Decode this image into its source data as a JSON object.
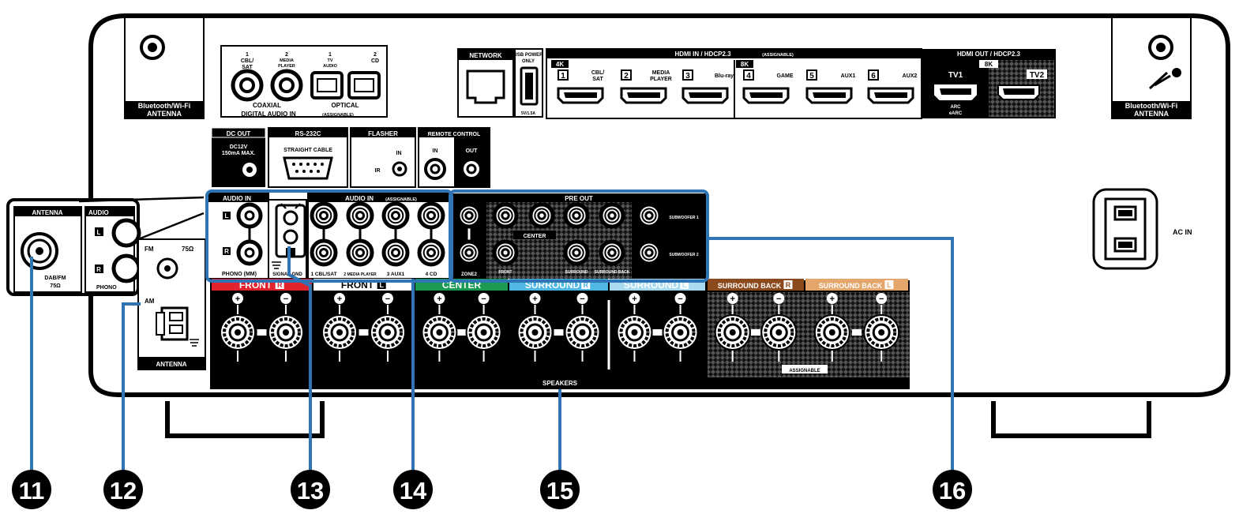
{
  "antenna_bt": {
    "left_line1": "Bluetooth/Wi-Fi",
    "left_line2": "ANTENNA",
    "right_line1": "Bluetooth/Wi-Fi",
    "right_line2": "ANTENNA"
  },
  "digital_audio": {
    "coax1_num": "1",
    "coax1_l1": "CBL/",
    "coax1_l2": "SAT",
    "coax2_num": "2",
    "coax2_l1": "MEDIA",
    "coax2_l2": "PLAYER",
    "opt1_num": "1",
    "opt1_l1": "TV",
    "opt1_l2": "AUDIO",
    "opt2_num": "2",
    "opt2_l1": "CD",
    "coaxial": "COAXIAL",
    "optical": "OPTICAL",
    "footer": "DIGITAL AUDIO IN",
    "assignable": "(ASSIGNABLE)"
  },
  "network": {
    "label": "NETWORK"
  },
  "usb": {
    "line1": "USB POWER",
    "line2": "ONLY",
    "footer": "5V/1.5A"
  },
  "hdmi_in": {
    "title": "HDMI IN / HDCP2.3",
    "assignable": "(ASSIGNABLE)",
    "badge4k": "4K",
    "badge8k": "8K",
    "ports": [
      {
        "num": "1",
        "l1": "CBL/",
        "l2": "SAT"
      },
      {
        "num": "2",
        "l1": "MEDIA",
        "l2": "PLAYER"
      },
      {
        "num": "3",
        "l1": "Blu-ray",
        "l2": ""
      },
      {
        "num": "4",
        "l1": "GAME",
        "l2": ""
      },
      {
        "num": "5",
        "l1": "AUX1",
        "l2": ""
      },
      {
        "num": "6",
        "l1": "AUX2",
        "l2": ""
      }
    ]
  },
  "hdmi_out": {
    "title": "HDMI OUT / HDCP2.3",
    "badge8k": "8K",
    "tv1": "TV1",
    "tv2": "TV2",
    "arc": "ARC",
    "earc": "eARC"
  },
  "dc_out": {
    "title": "DC OUT",
    "l1": "DC12V",
    "l2": "150mA MAX."
  },
  "rs232": {
    "title": "RS-232C",
    "sub": "STRAIGHT CABLE"
  },
  "flasher": {
    "title": "FLASHER",
    "in": "IN",
    "ir": "IR"
  },
  "remote": {
    "title": "REMOTE CONTROL",
    "in": "IN",
    "out": "OUT"
  },
  "antenna_panel": {
    "title": "ANTENNA",
    "dab": "DAB/FM",
    "ohm": "75Ω",
    "audio_partial": "AUDIO",
    "l": "L",
    "r": "R",
    "phono": "PHONO"
  },
  "fm_am": {
    "fm": "FM",
    "ohm": "75Ω",
    "am": "AM",
    "footer": "ANTENNA"
  },
  "audio_in": {
    "title": "AUDIO IN",
    "l": "L",
    "r": "R",
    "phono": "PHONO (MM)",
    "signal_gnd": "SIGNAL GND"
  },
  "audio_in_assign": {
    "title": "AUDIO IN",
    "assignable": "(ASSIGNABLE)",
    "ports": [
      "1 CBL/SAT",
      "2 MEDIA PLAYER",
      "3 AUX1",
      "4 CD"
    ]
  },
  "pre_out": {
    "title": "PRE OUT",
    "zone2": "ZONE2",
    "front": "FRONT",
    "center": "CENTER",
    "surround": "SURROUND",
    "surround_back": "SURROUND BACK",
    "sub1": "SUBWOOFER 1",
    "sub2": "SUBWOOFER 2"
  },
  "ac_in": {
    "label": "AC IN"
  },
  "speakers": {
    "footer": "SPEAKERS",
    "assignable": "ASSIGNABLE",
    "plus": "+",
    "minus": "−",
    "channels": [
      {
        "name": "FRONT",
        "side": "R",
        "color": "#e0232d"
      },
      {
        "name": "FRONT",
        "side": "L",
        "color": "#ffffff"
      },
      {
        "name": "CENTER",
        "side": "",
        "color": "#1a9a52"
      },
      {
        "name": "SURROUND",
        "side": "R",
        "color": "#4fb7e4"
      },
      {
        "name": "SURROUND",
        "side": "L",
        "color": "#a9daf0"
      },
      {
        "name": "SURROUND BACK",
        "side": "R",
        "color": "#8c4a1c"
      },
      {
        "name": "SURROUND BACK",
        "side": "L",
        "color": "#e5a66b"
      }
    ]
  },
  "callouts": {
    "color": "#2f74b5",
    "items": [
      "11",
      "12",
      "13",
      "14",
      "15",
      "16"
    ]
  }
}
